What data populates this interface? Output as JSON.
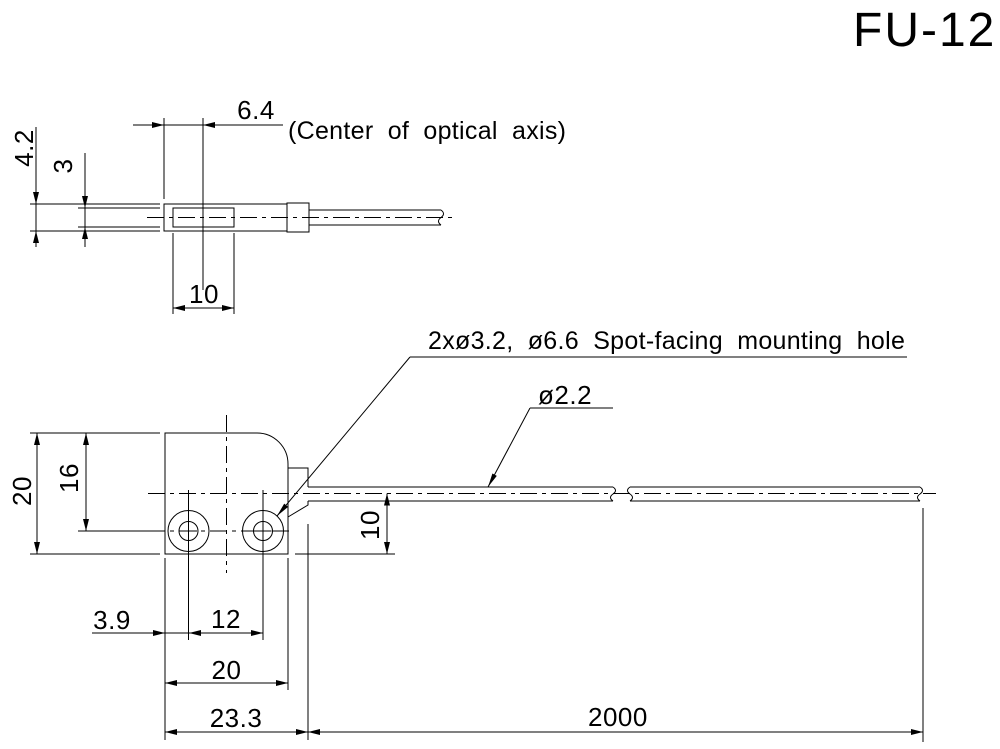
{
  "title": "FU-12",
  "colors": {
    "line": "#000000",
    "background": "#ffffff"
  },
  "side_view": {
    "dim_offset_optical_axis": "6.4",
    "optical_axis_note": "(Center of optical axis)",
    "dim_total_thickness": "4.2",
    "dim_plate_thickness": "3",
    "dim_window_width": "10"
  },
  "top_view": {
    "mounting_hole_note": "2xø3.2, ø6.6 Spot-facing mounting hole",
    "cable_diameter": "ø2.2",
    "dim_plate_height": "20",
    "dim_hole_from_top": "16",
    "dim_axis_from_bottom": "10",
    "dim_edge_to_hole": "3.9",
    "dim_hole_pitch": "12",
    "dim_plate_width": "20",
    "dim_head_length": "23.3",
    "dim_cable_length": "2000"
  }
}
